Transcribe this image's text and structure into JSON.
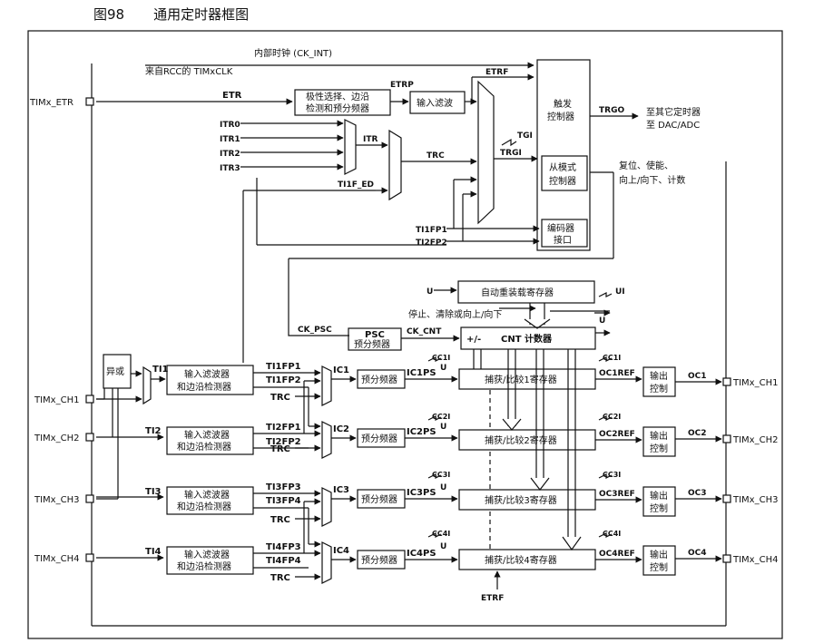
{
  "caption": {
    "number": "图98",
    "title": "通用定时器框图"
  },
  "pins": {
    "etr": "TIMx_ETR",
    "ch1": "TIMx_CH1",
    "ch2": "TIMx_CH2",
    "ch3": "TIMx_CH3",
    "ch4": "TIMx_CH4",
    "out_ch1": "TIMx_CH1",
    "out_ch2": "TIMx_CH2",
    "out_ch3": "TIMx_CH3",
    "out_ch4": "TIMx_CH4"
  },
  "clock": {
    "internal": "内部时钟 (CK_INT)",
    "rcc": "来自RCC的 TIMxCLK"
  },
  "sig": {
    "etr": "ETR",
    "etrp": "ETRP",
    "etrf": "ETRF",
    "etrf_bottom": "ETRF",
    "itr0": "ITR0",
    "itr1": "ITR1",
    "itr2": "ITR2",
    "itr3": "ITR3",
    "itr": "ITR",
    "trc": "TRC",
    "ti1f_ed": "TI1F_ED",
    "tgi": "TGI",
    "trgi": "TRGI",
    "trgo": "TRGO",
    "ti1fp1_s": "TI1FP1",
    "ti2fp2_s": "TI2FP2",
    "ck_psc": "CK_PSC",
    "ck_cnt": "CK_CNT",
    "u": "U",
    "ui": "UI",
    "ti1": "TI1",
    "ti2": "TI2",
    "ti3": "TI3",
    "ti4": "TI4",
    "ti1fp1": "TI1FP1",
    "ti1fp2": "TI1FP2",
    "ti2fp1": "TI2FP1",
    "ti2fp2": "TI2FP2",
    "ti3fp3": "TI3FP3",
    "ti3fp4": "TI3FP4",
    "ti4fp3": "TI4FP3",
    "ti4fp4": "TI4FP4",
    "ic1": "IC1",
    "ic2": "IC2",
    "ic3": "IC3",
    "ic4": "IC4",
    "ic1ps": "IC1PS",
    "ic2ps": "IC2PS",
    "ic3ps": "IC3PS",
    "ic4ps": "IC4PS",
    "cc1i": "CC1I",
    "cc2i": "CC2I",
    "cc3i": "CC3I",
    "cc4i": "CC4I",
    "cc1i_b": "CC1I",
    "cc2i_b": "CC2I",
    "cc3i_b": "CC3I",
    "cc4i_b": "CC4I",
    "oc1ref": "OC1REF",
    "oc2ref": "OC2REF",
    "oc3ref": "OC3REF",
    "oc4ref": "OC4REF",
    "oc1": "OC1",
    "oc2": "OC2",
    "oc3": "OC3",
    "oc4": "OC4"
  },
  "blocks": {
    "pol1": "极性选择、边沿",
    "pol2": "检测和预分频器",
    "etr_filter": "输入滤波",
    "trig1": "触发",
    "trig2": "控制器",
    "slave1": "从模式",
    "slave2": "控制器",
    "enc1": "编码器",
    "enc2": "接口",
    "arr": "自动重装载寄存器",
    "psc1": "PSC",
    "psc2": "预分频器",
    "cnt_pm": "+/-",
    "cnt": "CNT 计数器",
    "xor": "异或",
    "filt1": "输入滤波器",
    "filt2": "和边沿检测器",
    "presc": "预分频器",
    "ccr1": "捕获/比较1寄存器",
    "ccr2": "捕获/比较2寄存器",
    "ccr3": "捕获/比较3寄存器",
    "ccr4": "捕获/比较4寄存器",
    "out1": "输出",
    "out2": "控制"
  },
  "notes": {
    "trgo_to1": "至其它定时器",
    "trgo_to2": "至 DAC/ADC",
    "slave_out1": "复位、使能、",
    "slave_out2": "向上/向下、计数",
    "stop": "停止、清除或向上/向下"
  }
}
